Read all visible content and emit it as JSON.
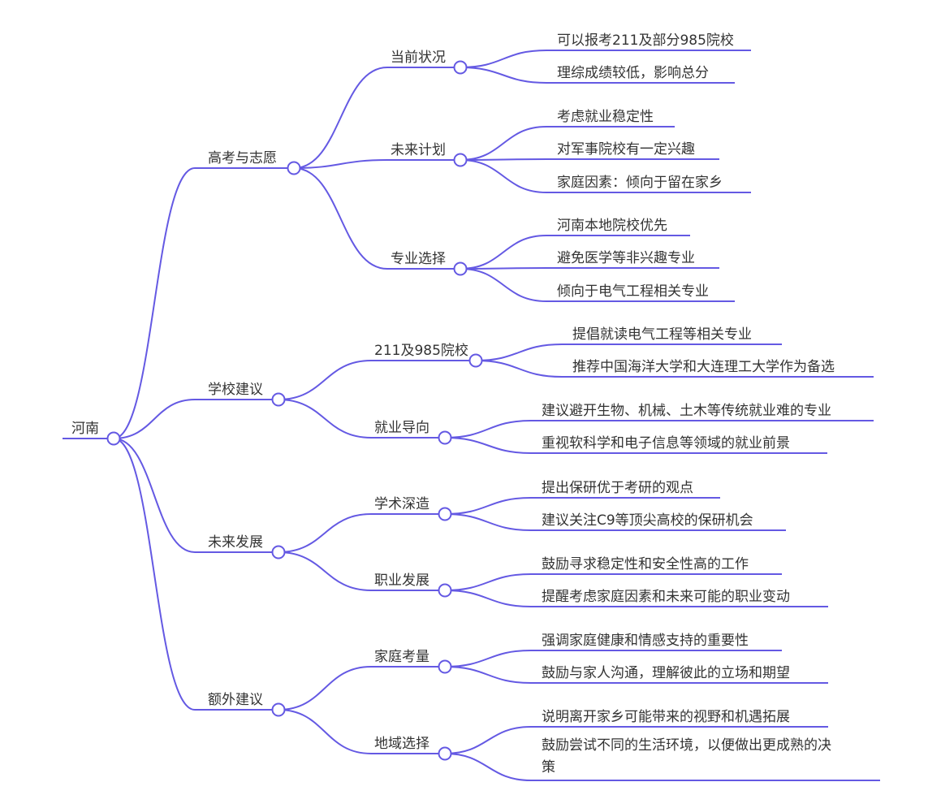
{
  "root": {
    "label": "河南"
  },
  "branches": [
    {
      "label": "高考与志愿",
      "children": [
        {
          "label": "当前状况",
          "leaves": [
            "可以报考211及部分985院校",
            "理综成绩较低，影响总分"
          ]
        },
        {
          "label": "未来计划",
          "leaves": [
            "考虑就业稳定性",
            "对军事院校有一定兴趣",
            "家庭因素：倾向于留在家乡"
          ]
        },
        {
          "label": "专业选择",
          "leaves": [
            "河南本地院校优先",
            "避免医学等非兴趣专业",
            "倾向于电气工程相关专业"
          ]
        }
      ]
    },
    {
      "label": "学校建议",
      "children": [
        {
          "label": "211及985院校",
          "leaves": [
            "提倡就读电气工程等相关专业",
            "推荐中国海洋大学和大连理工大学作为备选"
          ]
        },
        {
          "label": "就业导向",
          "leaves": [
            "建议避开生物、机械、土木等传统就业难的专业",
            "重视软科学和电子信息等领域的就业前景"
          ]
        }
      ]
    },
    {
      "label": "未来发展",
      "children": [
        {
          "label": "学术深造",
          "leaves": [
            "提出保研优于考研的观点",
            "建议关注C9等顶尖高校的保研机会"
          ]
        },
        {
          "label": "职业发展",
          "leaves": [
            "鼓励寻求稳定性和安全性高的工作",
            "提醒考虑家庭因素和未来可能的职业变动"
          ]
        }
      ]
    },
    {
      "label": "额外建议",
      "children": [
        {
          "label": "家庭考量",
          "leaves": [
            "强调家庭健康和情感支持的重要性",
            "鼓励与家人沟通，理解彼此的立场和期望"
          ]
        },
        {
          "label": "地域选择",
          "leaves": [
            "说明离开家乡可能带来的视野和机遇拓展",
            "鼓励尝试不同的生活环境，以便做出更成熟的决策"
          ]
        }
      ]
    }
  ],
  "colors": {
    "line": "#6459e3",
    "text": "#333333",
    "node_fill": "#ffffff"
  }
}
